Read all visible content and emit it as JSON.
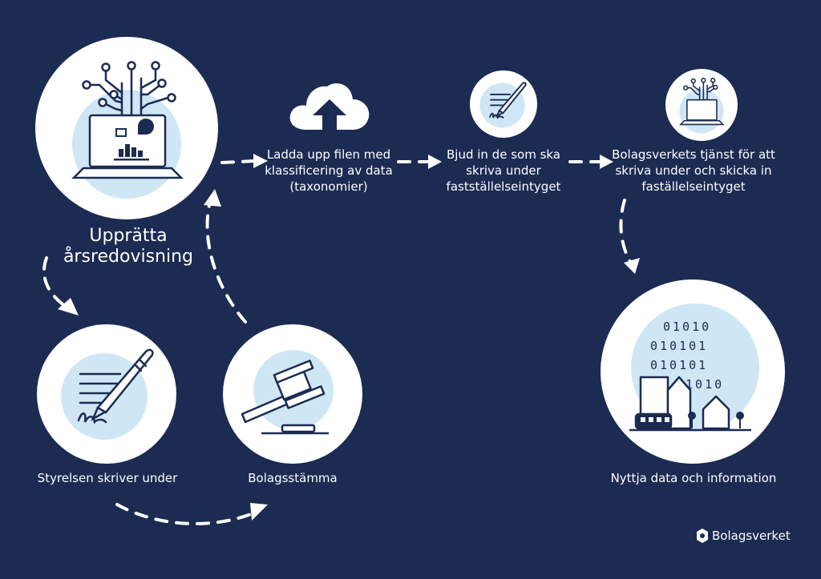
{
  "colors": {
    "background": "#1c2b52",
    "circle": "#ffffff",
    "accent_light": "#cfe7f5",
    "icon_stroke": "#1c2b52"
  },
  "steps": {
    "upprätta": {
      "lines": [
        "Upprätta",
        "årsredovisning"
      ],
      "icon": "laptop-circuit-icon"
    },
    "styrelsen": {
      "label": "Styrelsen skriver under",
      "icon": "pen-signature-icon"
    },
    "bolagsstamma": {
      "label": "Bolagsstämma",
      "icon": "gavel-icon"
    },
    "ladda_upp": {
      "lines": [
        "Ladda upp filen med",
        "klassificering av data",
        "(taxonomier)"
      ],
      "icon": "cloud-upload-icon"
    },
    "bjud_in": {
      "lines": [
        "Bjud in de som ska",
        "skriva under",
        "fastställelseintyget"
      ],
      "icon": "pen-signature-icon"
    },
    "tjanst": {
      "lines": [
        "Bolagsverkets tjänst för att",
        "skriva under och skicka in",
        "faställelseintyget"
      ],
      "icon": "laptop-circuit-icon"
    },
    "nyttja": {
      "label": "Nyttja data och information",
      "icon": "binary-city-icon"
    }
  },
  "binary_rows": [
    "01010",
    "010101",
    "010101",
    "01010"
  ],
  "logo": {
    "text": "Bolagsverket",
    "icon": "bolagsverket-logo-icon"
  }
}
